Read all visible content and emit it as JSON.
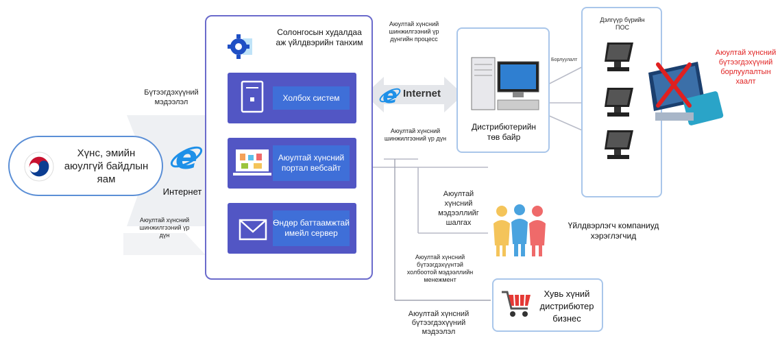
{
  "ministry": {
    "title": "Хүнс, эмийн аюулгүй байдлын яам"
  },
  "left_flow": {
    "product_info": "Бүтээгдэхүүний мэдээлэл",
    "internet_label": "Интернет",
    "inspection_result": "Аюултай хүнсний шинжилгээний үр дүн"
  },
  "chamber": {
    "title": "Солонгосын худалдаа аж үйлдвэрийн танхим",
    "relay_system": "Холбох систем",
    "portal": "Аюултай хүнсний портал вебсайт",
    "email_server": "Өндөр баттаамжтай имейл сервер"
  },
  "internet_hub": {
    "label": "Internet",
    "process_note": "Аюултай хүнсний шинжилгээний үр дүнгийн процесс",
    "result_note": "Аюултай хүнсний шинжилгээний үр дүн"
  },
  "distributor": {
    "title": "Дистрибютерийн төв байр",
    "sales_label": "Борлуулалт"
  },
  "stores": {
    "title": "Дэлгүүр бүрийн ПОС"
  },
  "block": {
    "text": "Аюултай хүнсний бүтээгдэхүүний борлуулалтын хаалт",
    "color": "#e02020"
  },
  "manufacturers": {
    "check_label": "Аюултай хүнсний мэдээллийг шалгах",
    "title": "Үйлдвэрлэгч компаниуд хэрэглэгчид"
  },
  "management": {
    "label": "Аюултай хүнсний бүтээгдэхүүнтэй холбоотой мэдээллийн менежмент"
  },
  "personal": {
    "title": "Хувь хүний дистрибютер бизнес",
    "product_info": "Аюултай хүнсний бүтээгдэхүүний мэдээлэл"
  },
  "colors": {
    "panel_purple": "#5256c4",
    "panel_blue": "#3f6fd8",
    "frame_light_blue": "#a9c6ea",
    "ie_blue": "#1e90e8",
    "arrow_gray": "#b7b9c6",
    "people": [
      "#f4c45a",
      "#4aa3df",
      "#ef6a6a"
    ]
  },
  "icons": [
    "ie-logo-icon",
    "gear-icon",
    "server-icon",
    "storefront-icon",
    "envelope-icon",
    "desktop-computer-icon",
    "pos-terminal-icon",
    "people-icon",
    "shopping-cart-icon",
    "cross-icon",
    "korea-emblem-icon"
  ]
}
